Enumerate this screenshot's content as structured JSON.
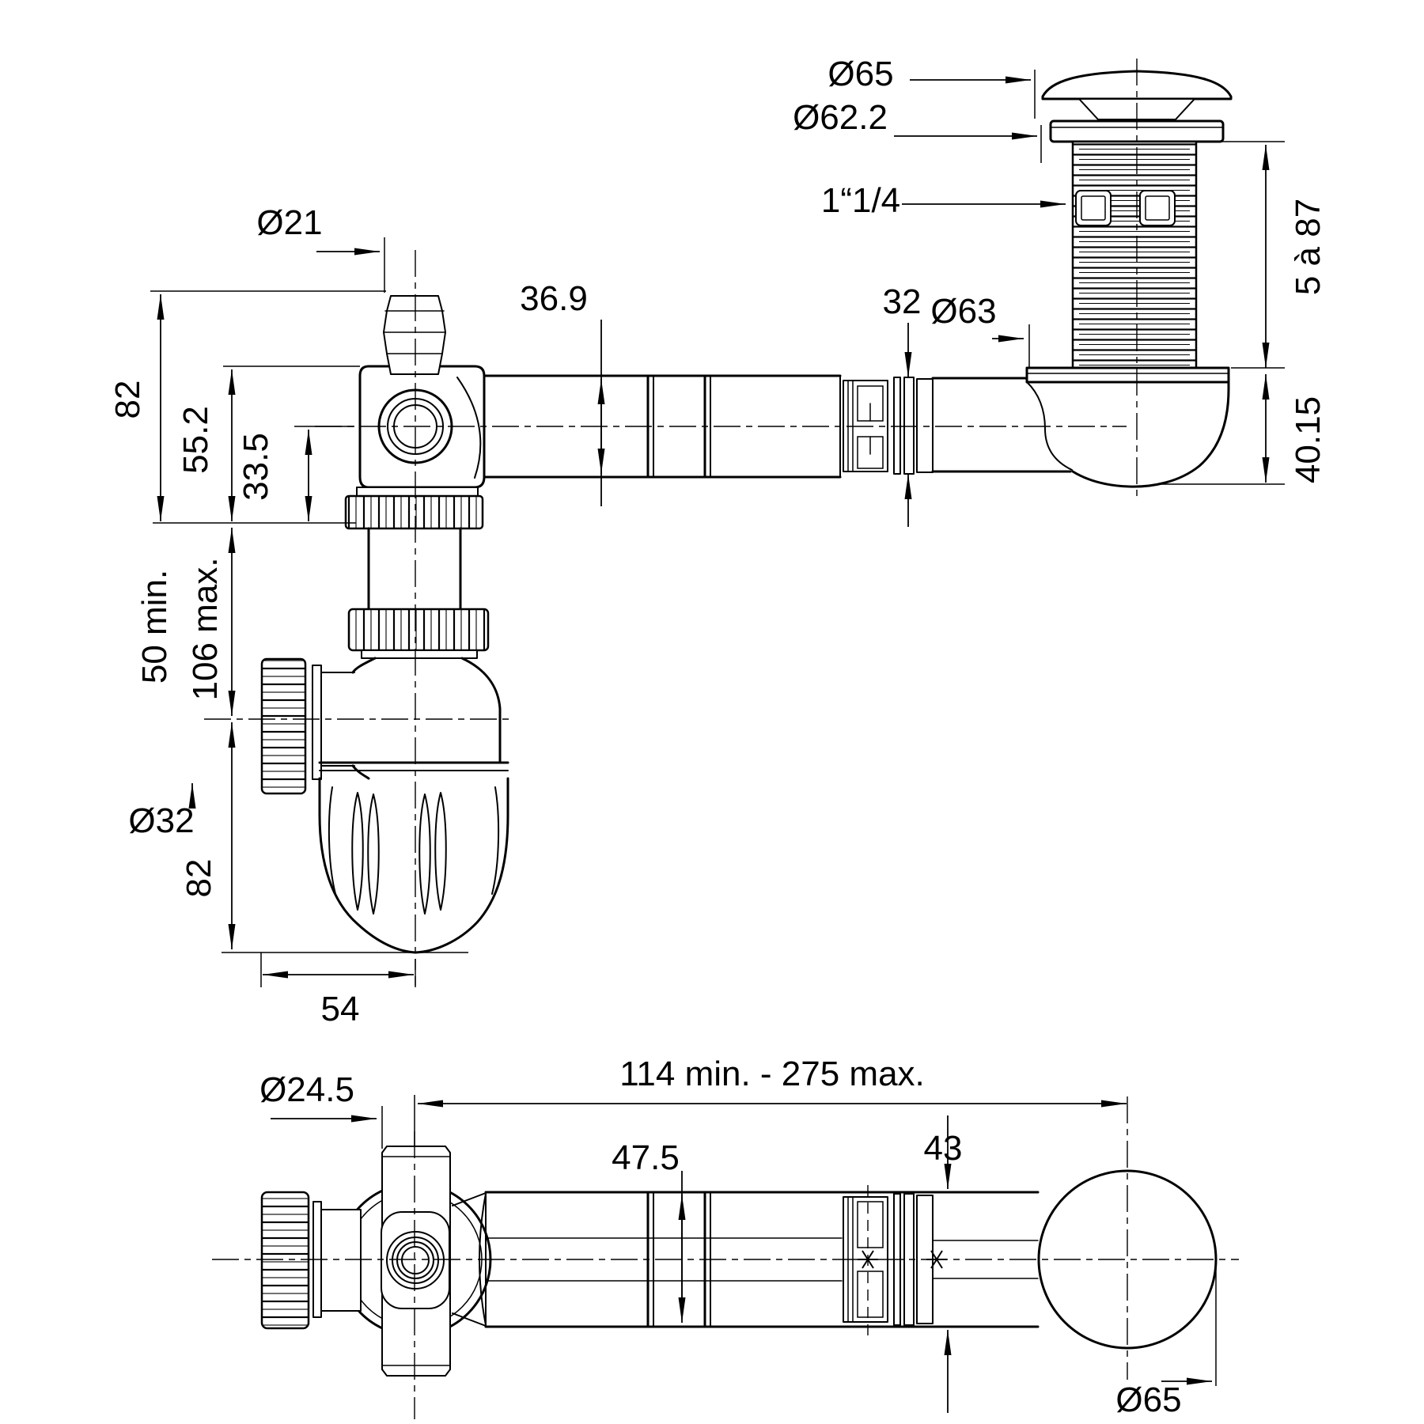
{
  "page": {
    "background": "#ffffff",
    "line_color": "#000000",
    "description": "Technical dimension drawing of a washbasin bottle trap siphon with pop-up drain, elevation view and plan view"
  },
  "views": {
    "elevation": {
      "name": "elevation-view",
      "dims": {
        "cap_od": "Ø65",
        "flange_od": "Ø62.2",
        "thread_size": "1“1/4",
        "clamp_range": "5 à 87",
        "below_deck": "40.15",
        "barb_od": "Ø21",
        "pipe_od": "36.9",
        "connector_od": "32",
        "elbow_flange_od": "Ø63",
        "height_total": "82",
        "height_pipe_top": "55.2",
        "height_axis": "33.5",
        "adjust_min": "50 min.",
        "adjust_max": "106 max.",
        "side_outlet_od": "Ø32",
        "trap_depth": "82",
        "trap_offset": "54"
      }
    },
    "plan": {
      "name": "plan-view",
      "dims": {
        "length_range": "114 min. - 275 max.",
        "barb_od": "Ø24.5",
        "pipe_od": "47.5",
        "connector_od": "43",
        "drain_od": "Ø65"
      }
    }
  }
}
